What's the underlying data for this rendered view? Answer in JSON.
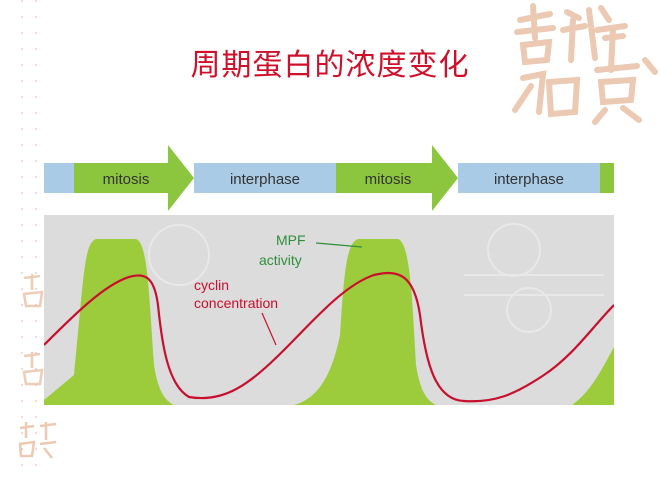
{
  "slide": {
    "title": "周期蛋白的浓度变化"
  },
  "phases": [
    {
      "label": "mitosis",
      "type": "mitosis"
    },
    {
      "label": "interphase",
      "type": "interphase"
    },
    {
      "label": "mitosis",
      "type": "mitosis"
    },
    {
      "label": "interphase",
      "type": "interphase"
    }
  ],
  "annotations": {
    "mpf_line1": "MPF",
    "mpf_line2": "activity",
    "cyclin_line1": "cyclin",
    "cyclin_line2": "concentration"
  },
  "colors": {
    "title": "#d0102a",
    "mitosis_arrow": "#8cc63f",
    "interphase_box": "#a9cbe6",
    "mpf_fill": "#9ccc3c",
    "cyclin_curve": "#c8102e",
    "mpf_label": "#2f8f3a",
    "plot_background": "#dcdcdc",
    "seal": "#e6b79a"
  }
}
